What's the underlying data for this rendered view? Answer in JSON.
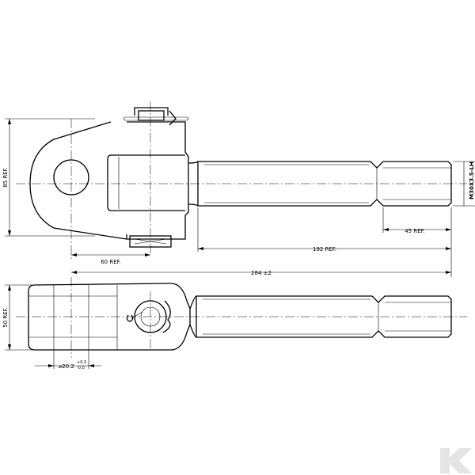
{
  "dimensions": {
    "height_ref": "85 REF.",
    "thread_spec": "M30X3.5-LH",
    "thread_length": "45 REF.",
    "rod_length": "192 REF.",
    "eye_offset": "60 REF.",
    "overall_length": "284 ±2",
    "body_width": "50 REF.",
    "bore_diameter": "⌀20.2",
    "bore_tol_upper": "+0.3",
    "bore_tol_lower": "-0.0"
  },
  "watermark": {
    "logo_icon": "kramp-k-logo"
  }
}
